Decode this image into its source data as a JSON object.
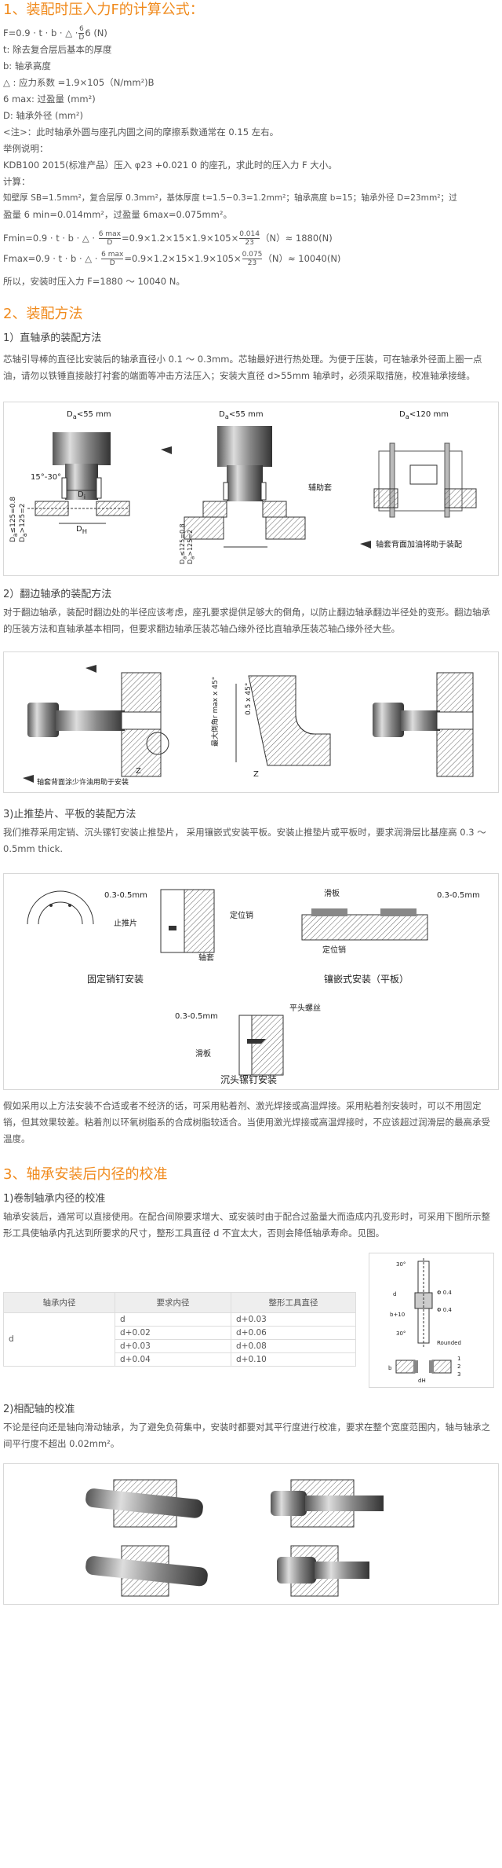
{
  "sec1": {
    "title": "1、装配时压入力F的计算公式：",
    "formula_prefix": "F=0.9 · t · b · △ ·",
    "formula_frac_n": "6",
    "formula_frac_d": "D",
    "formula_suffix": "6 (N)",
    "defs": [
      "t: 除去复合层后基本的厚度",
      "b: 轴承高度",
      "△ : 应力系数 =1.9×105（N/mm²)B",
      " 6 max: 过盈量 (mm²)",
      "D: 轴承外径 (mm²)",
      "<注>：此时轴承外圆与座孔内圆之间的摩擦系数通常在 0.15 左右。",
      "举例说明：",
      "KDB100 2015(标准产品）压入 φ23 +0.021 0  的座孔，求此时的压入力 F 大小。",
      "计算：",
      "知壁厚 SB=1.5mm²，复合层厚 0.3mm²，基体厚度 t=1.5−0.3=1.2mm²；轴承高度 b=15；轴承外径 D=23mm²；过",
      "盈量 6 min=0.014mm²，过盈量 6max=0.075mm²。"
    ],
    "fmin_prefix": "Fmin=0.9 · t · b · △ ·",
    "fmin_frac_n": "6 max",
    "fmin_frac_d": "D",
    "fmin_mid": "=0.9×1.2×15×1.9×105×",
    "fmin_frac2_n": "0.014",
    "fmin_frac2_d": "23",
    "fmin_suffix": "（N）≈ 1880(N)",
    "fmax_prefix": "Fmax=0.9 · t · b · △ ·",
    "fmax_frac_n": "6 max",
    "fmax_frac_d": "D",
    "fmax_mid": "=0.9×1.2×15×1.9×105×",
    "fmax_frac2_n": "0.075",
    "fmax_frac2_d": "23",
    "fmax_suffix": "（N）≈ 10040(N)",
    "conclusion": "所以，安装时压入力 F=1880 ～ 10040 N。"
  },
  "sec2": {
    "title": "2、装配方法",
    "sub1": "1）直轴承的装配方法",
    "p1": "芯轴引导棒的直径比安装后的轴承直径小 0.1 ～ 0.3mm。芯轴最好进行热处理。为便于压装，可在轴承外径面上圈一点油，请勿以铁锤直接敲打衬套的端面等冲击方法压入；安装大直径 d>55mm 轴承时，必须采取措施，校准轴承接缝。",
    "fig1": {
      "lbl1": "D",
      "lbl1_sub": "a",
      "lbl1_rest": "<55 mm",
      "lbl2": "D",
      "lbl2_sub": "a",
      "lbl2_rest": "<55 mm",
      "lbl3": "D",
      "lbl3_sub": "a",
      "lbl3_rest": "<120 mm",
      "angle": "15°-30°",
      "di": "D",
      "di_sub": "i",
      "dh": "D",
      "dh_sub": "H",
      "v1": "D",
      "v1_sub": "a",
      "v1_rest": "≤125=0.8",
      "v2": "D",
      "v2_sub": "a",
      "v2_rest": ">125=2",
      "v3": "D",
      "v3_sub": "a",
      "v3_rest": "≤125=0.8",
      "v4": "D",
      "v4_sub": "a",
      "v4_rest": ">125=2",
      "aux": "辅助套",
      "note": "轴套背面加油将助于装配"
    },
    "sub2": "2）翻边轴承的装配方法",
    "p2": "对于翻边轴承，装配时翻边处的半径应该考虑，座孔要求提供足够大的倒角，以防止翻边轴承翻边半径处的变形。翻边轴承的压装方法和直轴承基本相同，但要求翻边轴承压装芯轴凸缘外径比直轴承压装芯轴凸缘外径大些。",
    "fig2": {
      "z1": "Z",
      "z2": "Z",
      "ch1": "0.5 x 45°",
      "ch2": "最大倒角r max x 45°",
      "note": "轴套背面涂少许油用助于安装"
    },
    "sub3": "3)止推垫片、平板的装配方法",
    "p3": "我们推荐采用定销、沉头镙钉安装止推垫片， 采用镶嵌式安装平板。安装止推垫片或平板时，要求润滑层比基座高 0.3 ～ 0.5mm thick.",
    "fig3": {
      "gap1": "0.3-0.5mm",
      "pin": "定位销",
      "washer": "止推片",
      "sleeve": "轴套",
      "cap1": "固定销钉安装",
      "slide": "滑板",
      "gap2": "0.3-0.5mm",
      "pin2": "定位销",
      "cap2": "镶嵌式安装（平板）",
      "gap3": "0.3-0.5mm",
      "screw": "平头螺丝",
      "slide2": "滑板",
      "cap3": "沉头镙钉安装"
    },
    "p4": "假如采用以上方法安装不合适或者不经济的话，可采用粘着剂、激光焊接或高温焊接。采用粘着剂安装时，可以不用固定销，但其效果较差。粘着剂以环氧树脂系的合成树脂较适合。当使用激光焊接或高温焊接时，不应该超过润滑层的最高承受温度。"
  },
  "sec3": {
    "title": "3、轴承安装后内径的校准",
    "sub1": "1)卷制轴承内径的校准",
    "p1": "轴承安装后，通常可以直接使用。在配合间隙要求增大、或安装时由于配合过盈量大而造成内孔变形时，可采用下图所示整形工具使轴承内孔达到所要求的尺寸，整形工具直径 d 不宜太大，否则会降低轴承寿命。见图。",
    "table": {
      "headers": [
        "轴承内径",
        "要求内径",
        "整形工具直径"
      ],
      "first_col": "d",
      "rows": [
        [
          "d",
          "d+0.03"
        ],
        [
          "d+0.02",
          "d+0.06"
        ],
        [
          "d+0.03",
          "d+0.08"
        ],
        [
          "d+0.04",
          "d+0.10"
        ]
      ]
    },
    "tool": {
      "a30": "30°",
      "a30b": "30°",
      "d": "d",
      "phi04": "Φ 0.4",
      "phi04b": "Φ 0.4",
      "b10": "b+10",
      "rounded": "Rounded",
      "n1": "1",
      "n2": "2",
      "n3": "3",
      "b": "b",
      "dH": "dH"
    },
    "sub2": "2)相配轴的校准",
    "p2": "不论是径向还是轴向滑动轴承，为了避免负荷集中，安装时都要对其平行度进行校准，要求在整个宽度范围内，轴与轴承之间平行度不超出 0.02mm²。"
  }
}
